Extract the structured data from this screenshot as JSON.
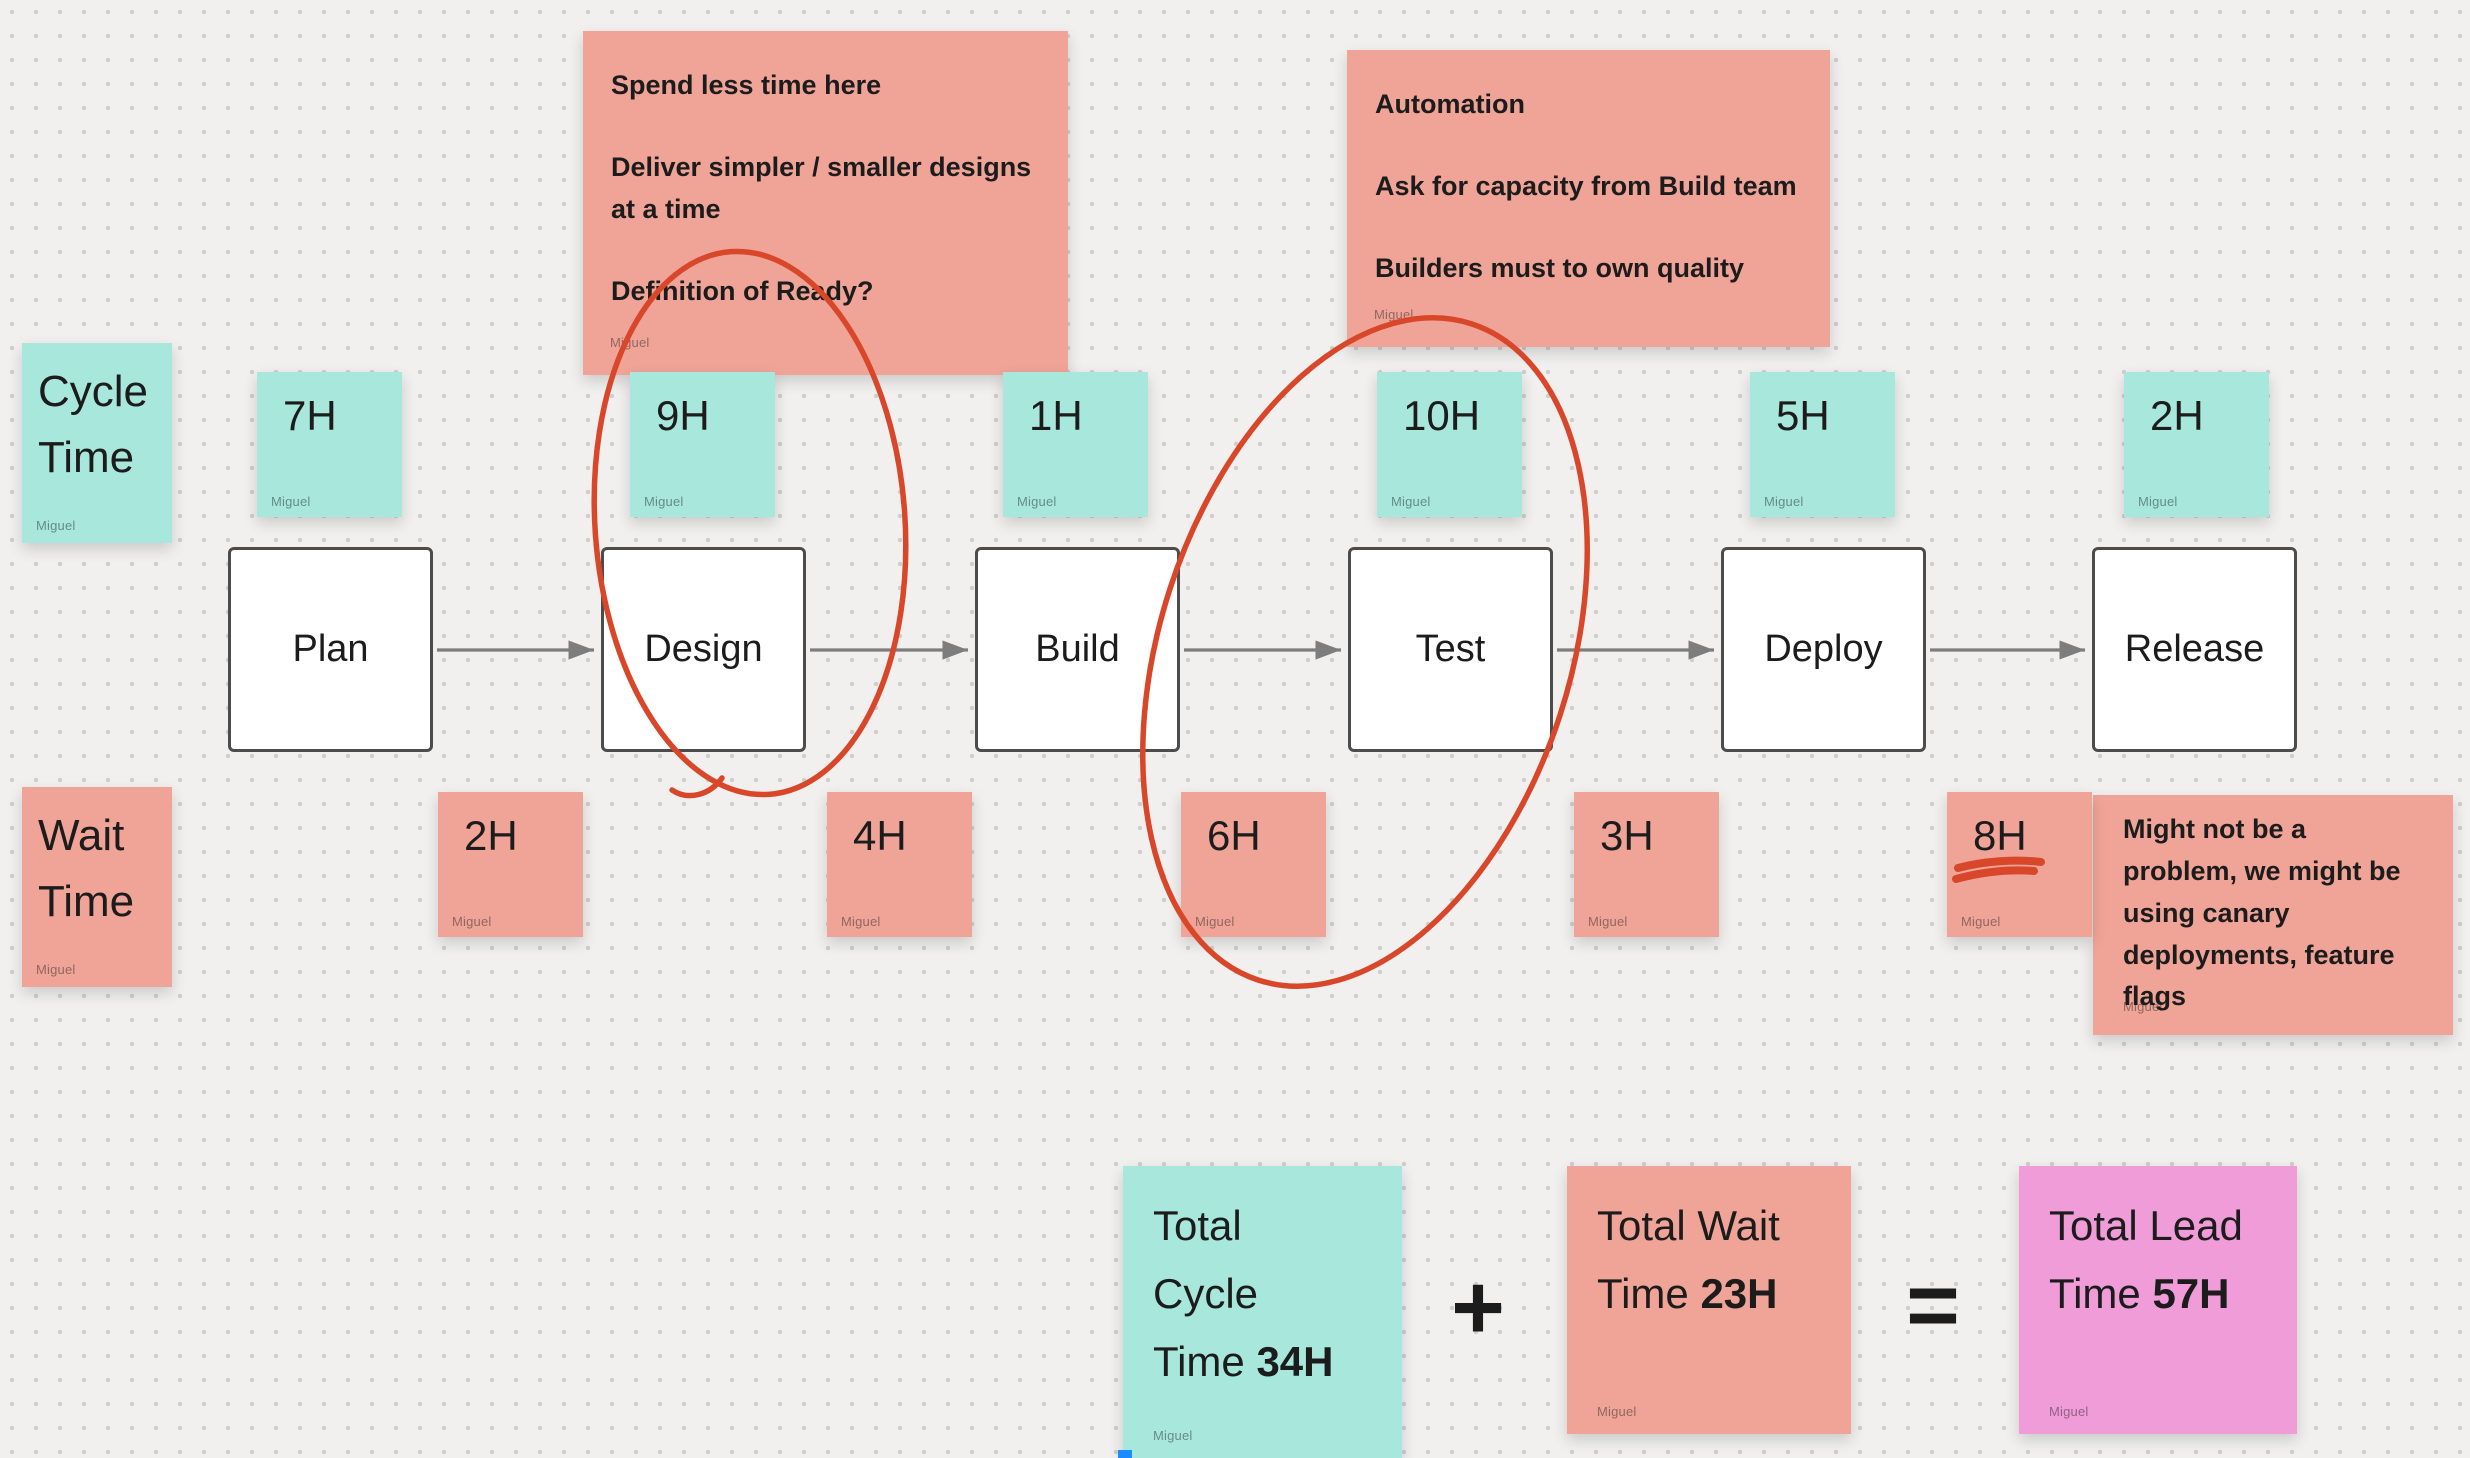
{
  "author": "Miguel",
  "colors": {
    "teal": "#a7e7dc",
    "salmon": "#f0a498",
    "pink": "#ef9cd9",
    "marker": "#d9472b",
    "box_border": "#4c4c4c",
    "arrow": "#7d7d7d",
    "text": "#1c1c1c"
  },
  "row_labels": {
    "cycle": "Cycle Time",
    "wait": "Wait Time"
  },
  "process_steps": [
    "Plan",
    "Design",
    "Build",
    "Test",
    "Deploy",
    "Release"
  ],
  "cycle_times": [
    "7H",
    "9H",
    "1H",
    "10H",
    "5H",
    "2H"
  ],
  "wait_times": [
    "2H",
    "4H",
    "6H",
    "3H",
    "8H"
  ],
  "notes": {
    "design_note": {
      "lines": [
        "Spend less time here",
        "Deliver simpler / smaller designs at a time",
        "Definition of Ready?"
      ]
    },
    "test_note": {
      "lines": [
        "Automation",
        "Ask for capacity from Build team",
        "Builders must to own quality"
      ]
    },
    "release_note": {
      "text": "Might not be a problem, we might be using canary deployments, feature flags"
    }
  },
  "totals": {
    "cycle_prefix": "Total Cycle Time",
    "cycle_value": "34H",
    "wait_prefix": "Total Wait Time",
    "wait_value": "23H",
    "lead_prefix": "Total Lead Time",
    "lead_value": "57H",
    "plus": "+",
    "equals": "="
  }
}
